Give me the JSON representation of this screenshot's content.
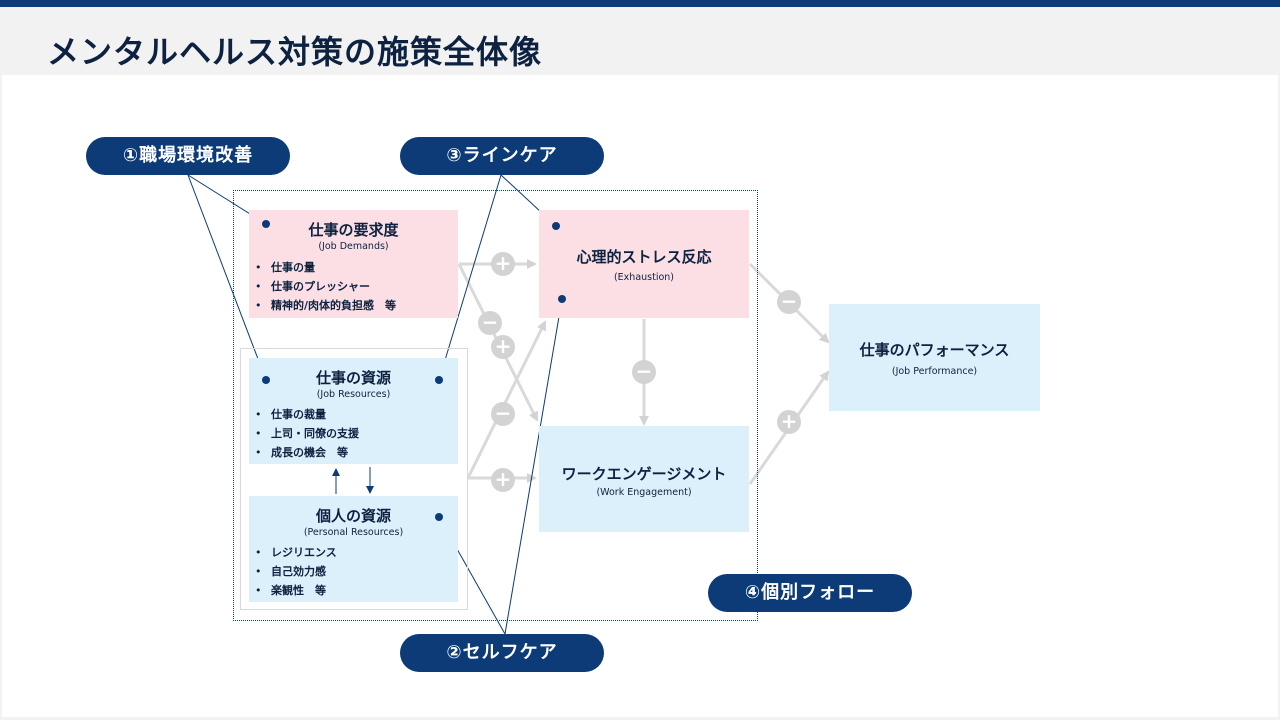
{
  "header": {
    "title": "メンタルヘルス対策の施策全体像"
  },
  "colors": {
    "navy": "#0c3b78",
    "pink": "#fbdfe4",
    "blue": "#dcf0fc",
    "arrow_gray": "#d3d3d3"
  },
  "boxes": {
    "job_demands": {
      "title": "仕事の要求度",
      "subtitle": "(Job Demands)",
      "items": [
        "仕事の量",
        "仕事のプレッシャー",
        "精神的/肉体的負担感　等"
      ]
    },
    "job_resources": {
      "title": "仕事の資源",
      "subtitle": "(Job Resources)",
      "items": [
        "仕事の裁量",
        "上司・同僚の支援",
        "成長の機会　等"
      ]
    },
    "personal_resources": {
      "title": "個人の資源",
      "subtitle": "(Personal Resources)",
      "items": [
        "レジリエンス",
        "自己効力感",
        "楽観性　等"
      ]
    },
    "exhaustion": {
      "title": "心理的ストレス反応",
      "subtitle": "(Exhaustion)"
    },
    "work_engagement": {
      "title": "ワークエンゲージメント",
      "subtitle": "(Work Engagement)"
    },
    "job_performance": {
      "title": "仕事のパフォーマンス",
      "subtitle": "(Job Performance)"
    }
  },
  "measures": {
    "m1": "①職場環境改善",
    "m2": "②セルフケア",
    "m3": "③ラインケア",
    "m4": "④個別フォロー"
  },
  "signs": {
    "demands_to_exhaustion": "+",
    "demands_to_engagement": "−",
    "resources_to_engagement": "+",
    "resources_to_exhaustion": "−",
    "resources_to_engagement_direct": "+",
    "exhaustion_to_engagement": "−",
    "exhaustion_to_performance": "−",
    "engagement_to_performance": "+"
  }
}
